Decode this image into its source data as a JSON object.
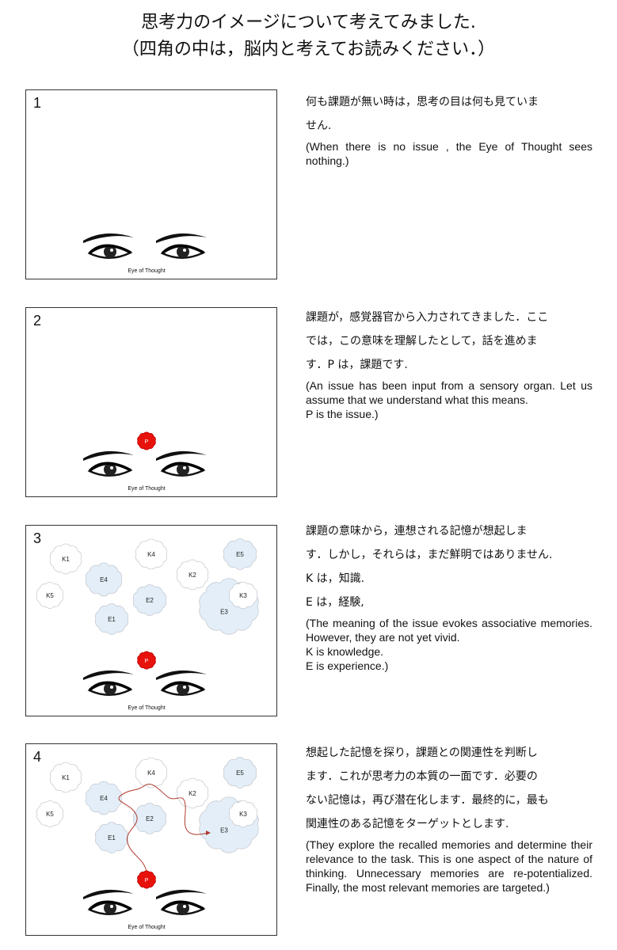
{
  "header": {
    "line1": "思考力のイメージについて考えてみました.",
    "line2": "（四角の中は，脳内と考えてお読みください．）"
  },
  "eye_caption": "Eye of Thought",
  "panels": [
    {
      "number": "1",
      "jp": [
        "何も課題が無い時は，思考の目は何も見ていま",
        "せん."
      ],
      "en": [
        "(When there is no issue , the Eye of Thought sees nothing.)"
      ]
    },
    {
      "number": "2",
      "issue_label": "P",
      "jp": [
        "課題が，感覚器官から入力されてきました．ここ",
        "では，この意味を理解したとして，話を進めま",
        "す．P は，課題です."
      ],
      "en": [
        "(An issue has been input from a sensory organ. Let us assume that we understand what this means.",
        "P is the issue.)"
      ]
    },
    {
      "number": "3",
      "issue_label": "P",
      "memories": [
        "K1",
        "K4",
        "E5",
        "E4",
        "K2",
        "K5",
        "E2",
        "K3",
        "E3",
        "E1"
      ],
      "jp": [
        "課題の意味から，連想される記憶が想起しま",
        "す．しかし，それらは，まだ鮮明ではありません.",
        "K は，知識.",
        "E は，経験,"
      ],
      "en": [
        "(The meaning of the issue evokes associative memories. However, they are not yet vivid.",
        "K is knowledge.",
        "E is experience.)"
      ]
    },
    {
      "number": "4",
      "issue_label": "P",
      "memories": [
        "K1",
        "K4",
        "E5",
        "E4",
        "K2",
        "K5",
        "E2",
        "K3",
        "E3",
        "E1"
      ],
      "jp": [
        "想起した記憶を探り，課題との関連性を判断し",
        "ます．これが思考力の本質の一面です．必要の",
        "ない記憶は，再び潜在化します．最終的に，最も",
        "関連性のある記憶をターゲットとします."
      ],
      "en": [
        "(They explore the recalled memories and determine their relevance to the task. This is one aspect of the nature of thinking. Unnecessary memories are re-potentialized. Finally, the most relevant memories are targeted.)"
      ]
    }
  ],
  "colors": {
    "issue": "#e8120c",
    "experience_cloud": "#e3eef8",
    "knowledge_cloud": "#ffffff",
    "path_arrow": "#b03a2e"
  }
}
